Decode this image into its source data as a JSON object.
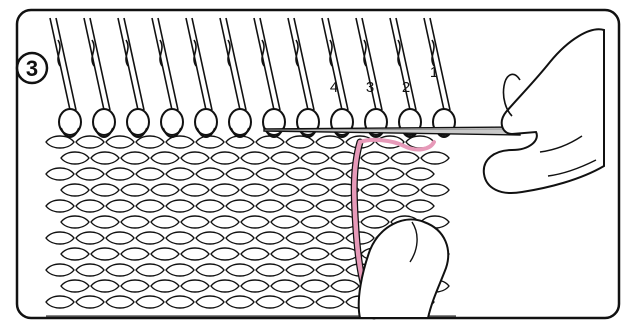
{
  "step_number": "3",
  "needle_labels": [
    "4",
    "3",
    "2",
    "1"
  ],
  "colors": {
    "line": "#111111",
    "yarn": "#e79ab9",
    "needle": "#bdbdbd",
    "background": "#ffffff"
  },
  "icons": {
    "step_badge": "circled-number",
    "hand": "hand-drawing",
    "needle": "tapestry-needle"
  }
}
